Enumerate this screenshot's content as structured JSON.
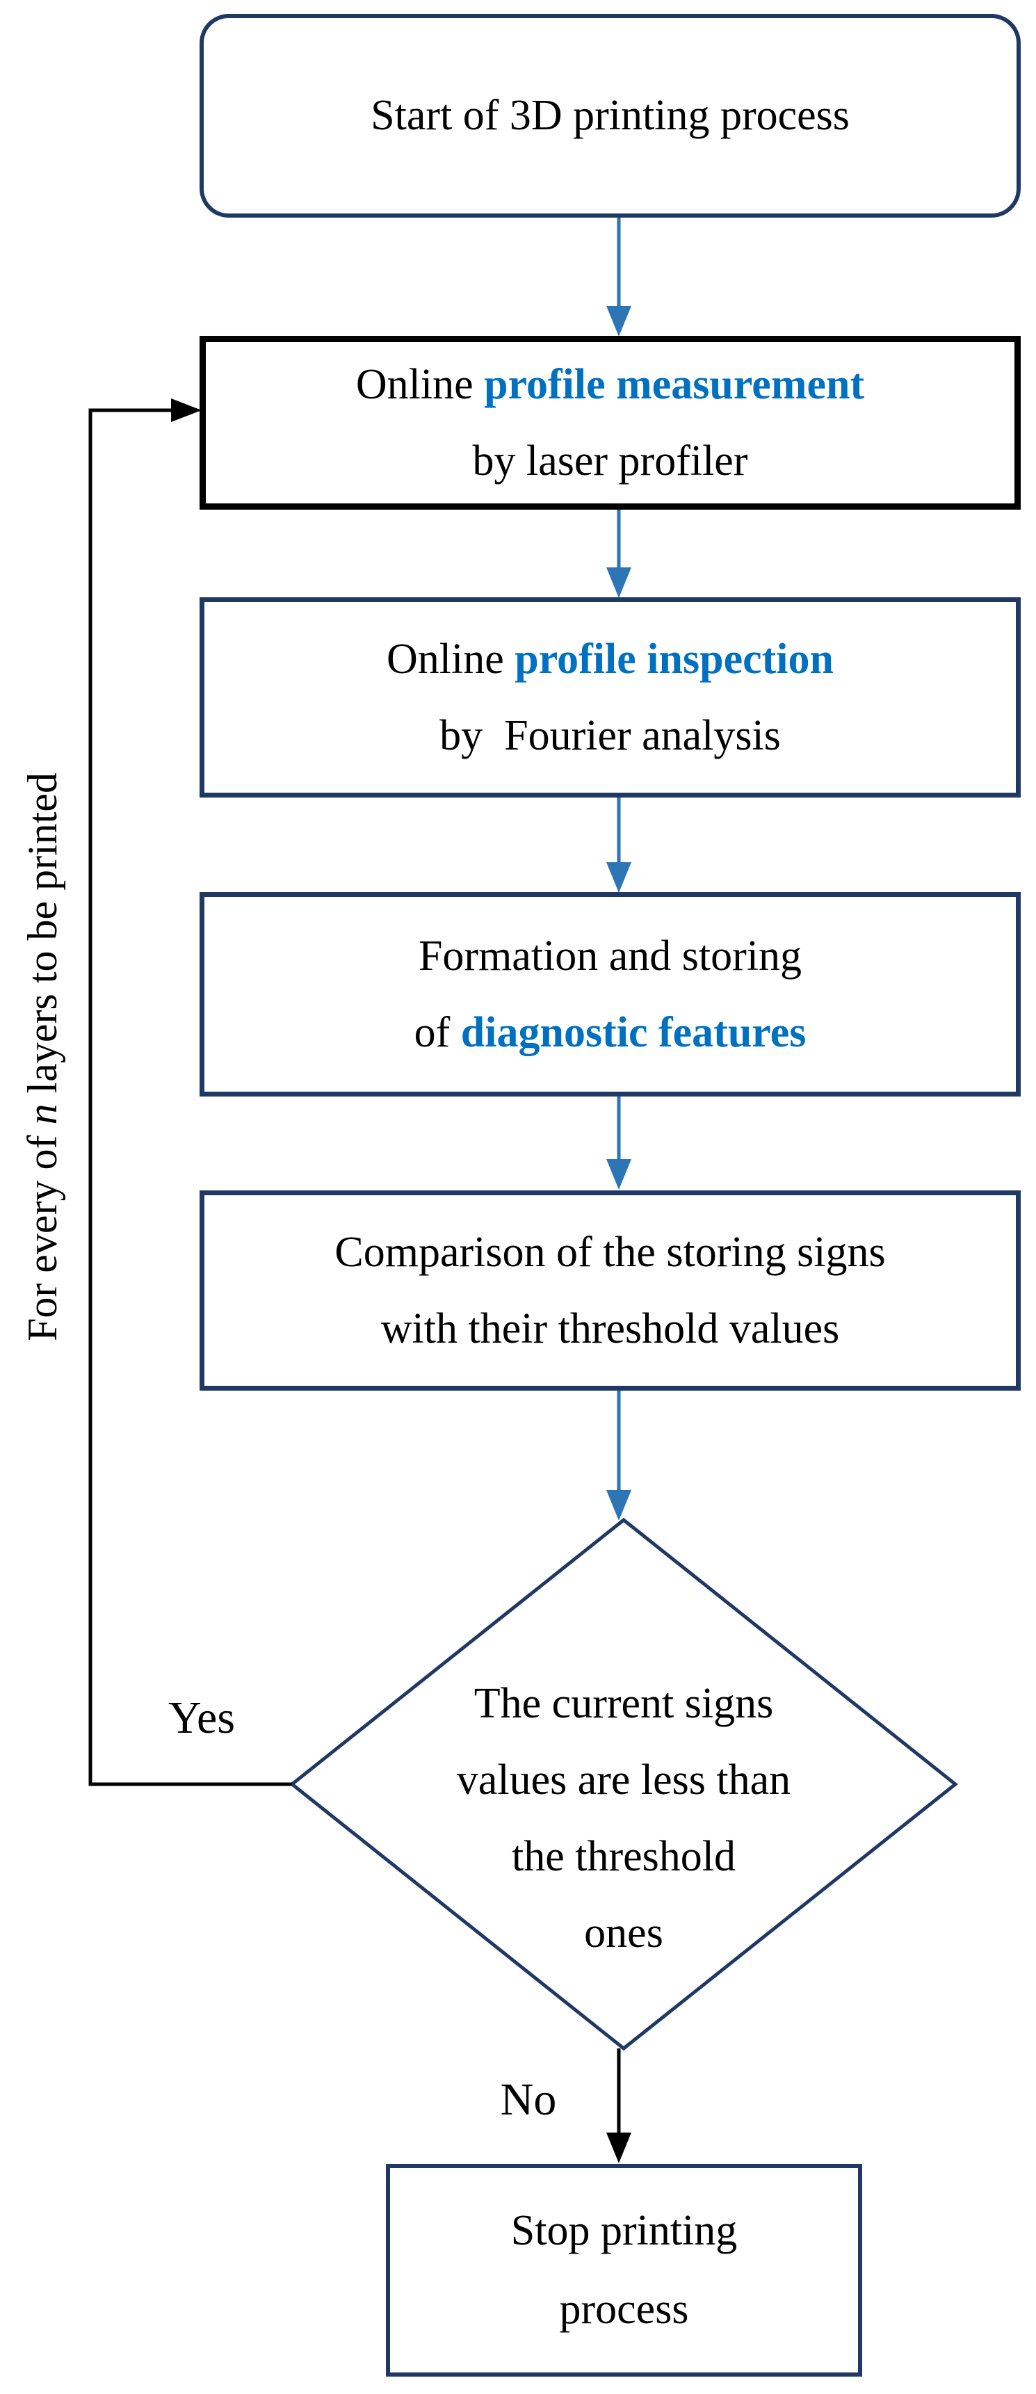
{
  "figure": {
    "type": "flowchart",
    "description": "3D printing in-process monitoring loop flowchart"
  },
  "colors": {
    "node_border_navy": "#1f3864",
    "node_border_black": "#000000",
    "highlight_text_blue": "#0070c0",
    "arrow_blue": "#2e75b6",
    "arrow_black": "#000000",
    "text_black": "#000000",
    "background": "#ffffff"
  },
  "nodes": {
    "start": {
      "shape": "rounded-rectangle",
      "text": "Start of 3D printing process"
    },
    "measurement": {
      "shape": "rectangle",
      "line1_prefix": "Online ",
      "line1_highlight": "profile measurement",
      "line2": "by laser profiler"
    },
    "inspection": {
      "shape": "rectangle",
      "line1_prefix": "Online ",
      "line1_highlight": "profile inspection",
      "line2": "by  Fourier analysis"
    },
    "features": {
      "shape": "rectangle",
      "line1": "Formation and storing",
      "line2_prefix": "of ",
      "line2_highlight": "diagnostic features"
    },
    "comparison": {
      "shape": "rectangle",
      "line1": "Comparison of the storing signs",
      "line2": "with their threshold values"
    },
    "decision": {
      "shape": "diamond",
      "lines": [
        "The current signs",
        "values are less than",
        "the threshold",
        "ones"
      ]
    },
    "stop": {
      "shape": "rectangle",
      "line1": "Stop printing",
      "line2": "process"
    }
  },
  "labels": {
    "yes": "Yes",
    "no": "No",
    "loop_prefix": "For every of ",
    "loop_italic": "n",
    "loop_suffix": " layers to be printed"
  },
  "edges": [
    {
      "from": "start",
      "to": "measurement",
      "color": "blue"
    },
    {
      "from": "measurement",
      "to": "inspection",
      "color": "blue"
    },
    {
      "from": "inspection",
      "to": "features",
      "color": "blue"
    },
    {
      "from": "features",
      "to": "comparison",
      "color": "blue"
    },
    {
      "from": "comparison",
      "to": "decision",
      "color": "blue"
    },
    {
      "from": "decision",
      "to": "stop",
      "label_key": "no",
      "color": "black"
    },
    {
      "from": "decision",
      "to": "measurement",
      "label_key": "yes",
      "color": "black",
      "note": "loop back"
    }
  ]
}
